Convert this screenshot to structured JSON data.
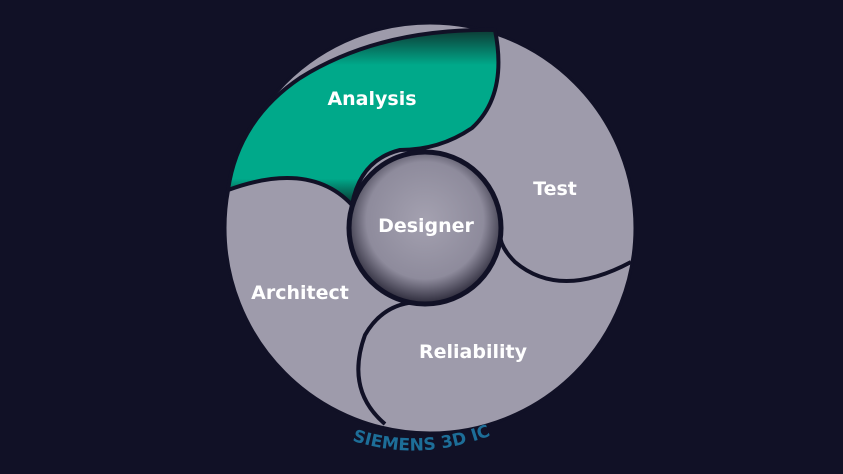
{
  "segments": {
    "analysis": "Analysis",
    "test": "Test",
    "reliability": "Reliability",
    "architect": "Architect"
  },
  "center": "Designer",
  "brand": "SIEMENS 3D IC",
  "colors": {
    "background": "#111126",
    "segment": "#9e9bab",
    "active": "#00a98a",
    "brand": "#1d6e98"
  }
}
